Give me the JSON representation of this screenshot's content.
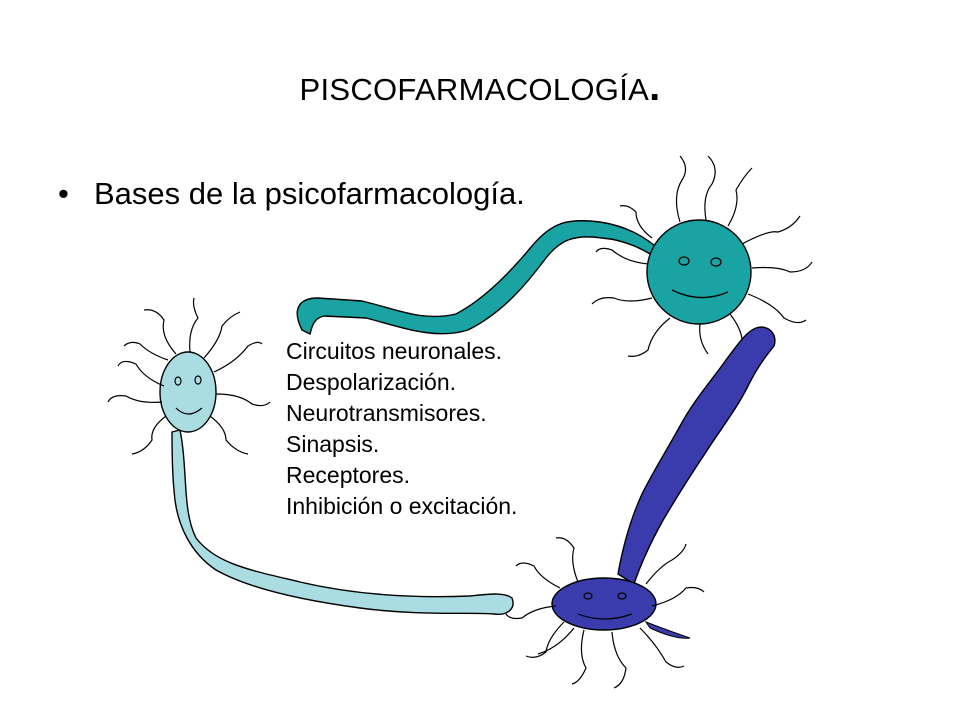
{
  "title": {
    "text": "PISCOFARMACOLOGÍA",
    "dot": "."
  },
  "bullet": {
    "marker": "•",
    "text": "Bases de la psicofarmacología."
  },
  "items": [
    "Circuitos neuronales.",
    "Despolarización.",
    "Neurotransmisores.",
    "Sinapsis.",
    "Receptores.",
    "Inhibición o excitación."
  ],
  "neurons": [
    {
      "name": "teal",
      "color": "#19a3a3"
    },
    {
      "name": "light-blue",
      "color": "#a9dde2"
    },
    {
      "name": "dark-blue",
      "color": "#3a3cad"
    }
  ]
}
